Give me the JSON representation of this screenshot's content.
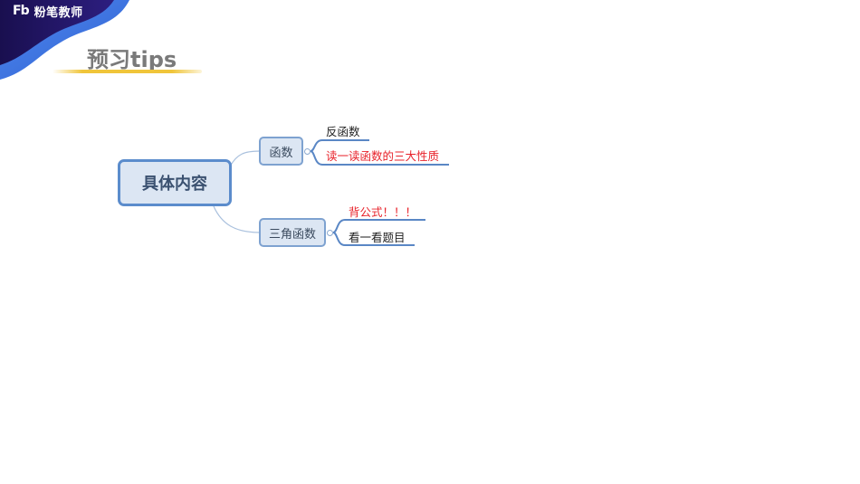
{
  "brand": {
    "logo": "Fb",
    "name": "粉笔教师"
  },
  "slide": {
    "title": "预习tips"
  },
  "mindmap": {
    "root": {
      "label": "具体内容"
    },
    "branches": [
      {
        "label": "函数",
        "children": [
          {
            "label": "反函数",
            "color": "#222222"
          },
          {
            "label": "读一读函数的三大性质",
            "color": "#e8232b"
          }
        ]
      },
      {
        "label": "三角函数",
        "children": [
          {
            "label": "背公式！！！",
            "color": "#e8232b"
          },
          {
            "label": "看一看题目",
            "color": "#222222"
          }
        ]
      }
    ]
  },
  "colors": {
    "brand_dark": "#1e1560",
    "brand_blue": "#3f6fd8",
    "node_fill": "#dce6f3",
    "node_border": "#5b8ccc",
    "accent_red": "#e8232b",
    "underline_gold": "#f0c53a"
  }
}
